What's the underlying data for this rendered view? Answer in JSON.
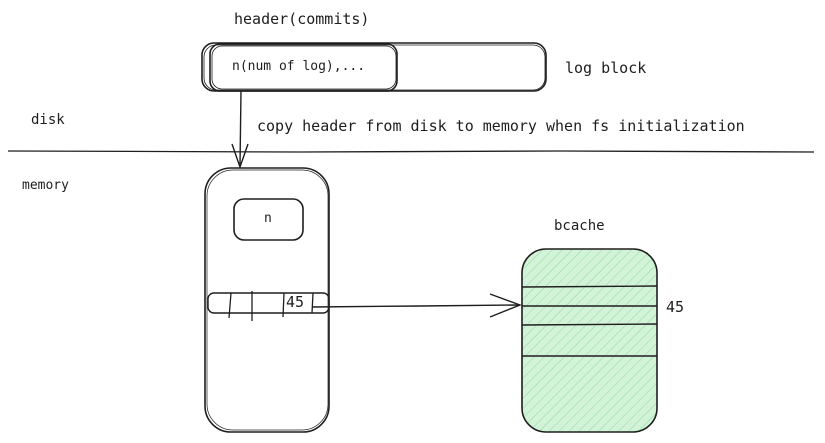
{
  "labels": {
    "header_title": "header(commits)",
    "header_field": "n(num of log),...",
    "log_block": "log block",
    "disk": "disk",
    "copy_note": "copy header from disk to memory when fs initialization",
    "memory": "memory",
    "mem_n": "n",
    "mem_slot_value": "45",
    "bcache": "bcache",
    "bcache_block": "45"
  },
  "colors": {
    "stroke": "#1e1e1e",
    "bcache_fill": "#d3f3d8",
    "bcache_hatch": "#6fcf83"
  }
}
